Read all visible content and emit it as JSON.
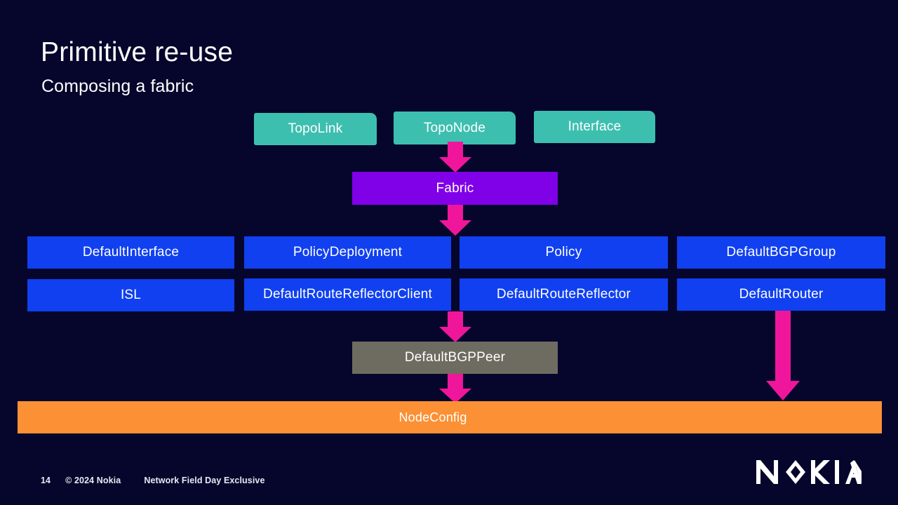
{
  "slide": {
    "title": "Primitive re-use",
    "subtitle": "Composing a fabric"
  },
  "diagram": {
    "type": "flow-diagram",
    "orientation": "top-to-bottom",
    "layers": [
      {
        "name": "topology-primitives",
        "color": "#3dbfb0",
        "nodes": [
          {
            "label": "TopoLink"
          },
          {
            "label": "TopoNode"
          },
          {
            "label": "Interface"
          }
        ]
      },
      {
        "name": "fabric-layer",
        "color": "#8000e8",
        "nodes": [
          {
            "label": "Fabric"
          }
        ]
      },
      {
        "name": "config-primitives-row-1",
        "color": "#1040f0",
        "nodes": [
          {
            "label": "DefaultInterface"
          },
          {
            "label": "PolicyDeployment"
          },
          {
            "label": "Policy"
          },
          {
            "label": "DefaultBGPGroup"
          }
        ]
      },
      {
        "name": "config-primitives-row-2",
        "color": "#1040f0",
        "nodes": [
          {
            "label": "ISL"
          },
          {
            "label": "DefaultRouteReflectorClient"
          },
          {
            "label": "DefaultRouteReflector"
          },
          {
            "label": "DefaultRouter"
          }
        ]
      },
      {
        "name": "peer-layer",
        "color": "#6e6c60",
        "nodes": [
          {
            "label": "DefaultBGPPeer"
          }
        ]
      },
      {
        "name": "output-layer",
        "color": "#fb9035",
        "nodes": [
          {
            "label": "NodeConfig"
          }
        ]
      }
    ],
    "arrows": [
      {
        "name": "toponode-to-fabric",
        "from": "TopoNode",
        "to": "Fabric",
        "color": "#f0169b"
      },
      {
        "name": "fabric-to-primitives",
        "from": "Fabric",
        "to": "PolicyDeployment",
        "color": "#f0169b"
      },
      {
        "name": "routereflectorclient-to-bgppeer",
        "from": "DefaultRouteReflectorClient",
        "to": "DefaultBGPPeer",
        "color": "#f0169b"
      },
      {
        "name": "bgppeer-to-nodeconfig",
        "from": "DefaultBGPPeer",
        "to": "NodeConfig",
        "color": "#f0169b"
      },
      {
        "name": "defaultrouter-to-nodeconfig",
        "from": "DefaultRouter",
        "to": "NodeConfig",
        "color": "#f0169b"
      }
    ]
  },
  "footer": {
    "page_number": "14",
    "copyright": "© 2024 Nokia",
    "tagline": "Network Field Day Exclusive",
    "logo_text": "NOKIA"
  },
  "colors": {
    "background": "#06062c",
    "teal": "#3dbfb0",
    "purple": "#8000e8",
    "blue": "#1040f0",
    "gray": "#6e6c60",
    "orange": "#fb9035",
    "arrow_magenta": "#f0169b",
    "text": "#ffffff"
  }
}
